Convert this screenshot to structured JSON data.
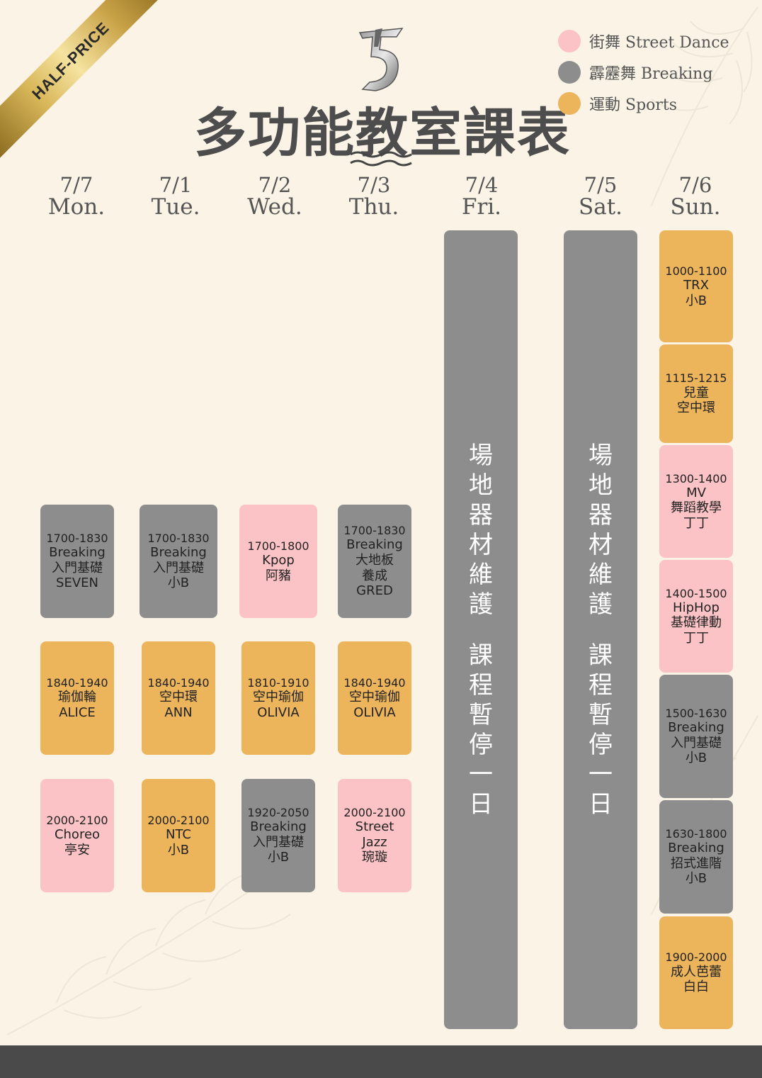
{
  "ribbon": {
    "text": "HALF-PRICE"
  },
  "title": "多功能教室課表",
  "legend": [
    {
      "label": "街舞 Street Dance",
      "color": "#fbc3c6"
    },
    {
      "label": "霹靂舞 Breaking",
      "color": "#8d8d8d"
    },
    {
      "label": "運動 Sports",
      "color": "#ecb45b"
    }
  ],
  "days": [
    {
      "date": "7/7",
      "weekday": "Mon."
    },
    {
      "date": "7/1",
      "weekday": "Tue."
    },
    {
      "date": "7/2",
      "weekday": "Wed."
    },
    {
      "date": "7/3",
      "weekday": "Thu."
    },
    {
      "date": "7/4",
      "weekday": "Fri."
    },
    {
      "date": "7/5",
      "weekday": "Sat."
    },
    {
      "date": "7/6",
      "weekday": "Sun."
    }
  ],
  "closure": {
    "line1": [
      "場",
      "地",
      "器",
      "材",
      "維",
      "護"
    ],
    "line2": [
      "課",
      "程",
      "暫",
      "停",
      "一",
      "日"
    ]
  },
  "classes": {
    "mon": [
      {
        "time": "1700-1830",
        "lines": [
          "Breaking",
          "入門基礎",
          "SEVEN"
        ],
        "category": "breaking"
      },
      {
        "time": "1840-1940",
        "lines": [
          "瑜伽輪",
          "ALICE"
        ],
        "category": "sports"
      },
      {
        "time": "2000-2100",
        "lines": [
          "Choreo",
          "亭安"
        ],
        "category": "street"
      }
    ],
    "tue": [
      {
        "time": "1700-1830",
        "lines": [
          "Breaking",
          "入門基礎",
          "小B"
        ],
        "category": "breaking"
      },
      {
        "time": "1840-1940",
        "lines": [
          "空中環",
          "ANN"
        ],
        "category": "sports"
      },
      {
        "time": "2000-2100",
        "lines": [
          "NTC",
          "小B"
        ],
        "category": "sports"
      }
    ],
    "wed": [
      {
        "time": "1700-1800",
        "lines": [
          "Kpop",
          "阿豬"
        ],
        "category": "street"
      },
      {
        "time": "1810-1910",
        "lines": [
          "空中瑜伽",
          "OLIVIA"
        ],
        "category": "sports"
      },
      {
        "time": "1920-2050",
        "lines": [
          "Breaking",
          "入門基礎",
          "小B"
        ],
        "category": "breaking"
      }
    ],
    "thu": [
      {
        "time": "1700-1830",
        "lines": [
          "Breaking",
          "大地板",
          "養成",
          "GRED"
        ],
        "category": "breaking"
      },
      {
        "time": "1840-1940",
        "lines": [
          "空中瑜伽",
          "OLIVIA"
        ],
        "category": "sports"
      },
      {
        "time": "2000-2100",
        "lines": [
          "Street",
          "Jazz",
          "琬璇"
        ],
        "category": "street"
      }
    ],
    "sun": [
      {
        "time": "1000-1100",
        "lines": [
          "TRX",
          "小B"
        ],
        "category": "sports"
      },
      {
        "time": "1115-1215",
        "lines": [
          "兒童",
          "空中環"
        ],
        "category": "sports"
      },
      {
        "time": "1300-1400",
        "lines": [
          "MV",
          "舞蹈教學",
          "丁丁"
        ],
        "category": "street"
      },
      {
        "time": "1400-1500",
        "lines": [
          "HipHop",
          "基礎律動",
          "丁丁"
        ],
        "category": "street"
      },
      {
        "time": "1500-1630",
        "lines": [
          "Breaking",
          "入門基礎",
          "小B"
        ],
        "category": "breaking"
      },
      {
        "time": "1630-1800",
        "lines": [
          "Breaking",
          "招式進階",
          "小B"
        ],
        "category": "breaking"
      },
      {
        "time": "1900-2000",
        "lines": [
          "成人芭蕾",
          "白白"
        ],
        "category": "sports"
      }
    ]
  }
}
